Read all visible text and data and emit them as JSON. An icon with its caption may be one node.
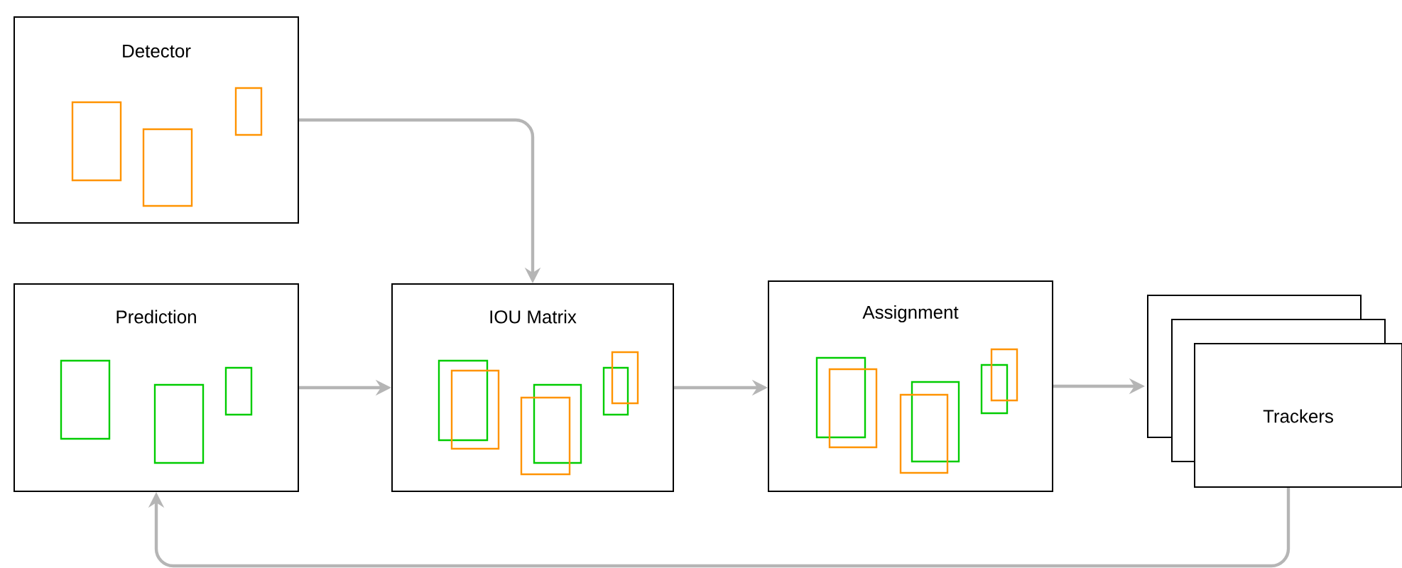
{
  "diagram": {
    "nodes": [
      {
        "text": [
          "Detector"
        ]
      },
      {
        "text": [
          "Prediction"
        ]
      },
      {
        "text": [
          "IOU Matrix"
        ]
      },
      {
        "text": [
          "Assignment"
        ]
      },
      {
        "text": [
          "Trackers"
        ]
      }
    ],
    "edges": [
      {
        "from": 0,
        "to": 2,
        "arrow": "to"
      },
      {
        "from": 1,
        "to": 2,
        "arrow": "to"
      },
      {
        "from": 2,
        "to": 3,
        "arrow": "to"
      },
      {
        "from": 3,
        "to": 4,
        "arrow": "to"
      },
      {
        "from": 4,
        "to": 1,
        "arrow": "to"
      }
    ]
  }
}
